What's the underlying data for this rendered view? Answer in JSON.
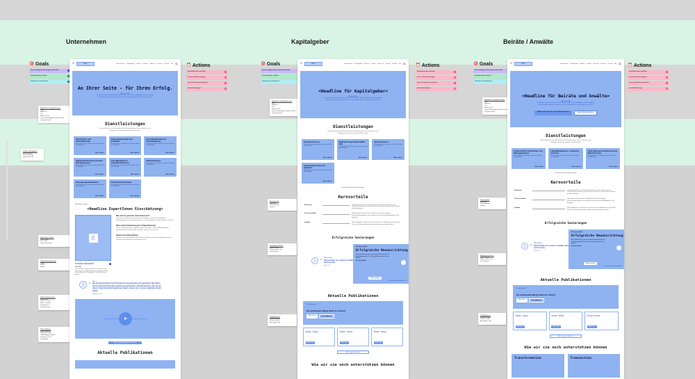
{
  "palette": {
    "canvas_gray": "#d4d4d4",
    "canvas_mint": "#d9f3e4",
    "wireframe_blue": "#8fb3f0",
    "link_blue": "#2b50c8",
    "tag_purple": "#c9b9f8",
    "tag_green": "#a9edc8",
    "tag_cyan": "#aeeef4",
    "tag_pink": "#f9b9c9"
  },
  "icons": {
    "burger": "≡",
    "next": "→",
    "quote": "„",
    "linkedin": "in"
  },
  "board": {
    "sections": [
      {
        "label": "Unternehmen"
      },
      {
        "label": "Kapitalgeber"
      },
      {
        "label": "Beiräte / Anwälte"
      }
    ]
  },
  "goals": {
    "icon": "🎯",
    "title": "Goals",
    "tags": [
      {
        "label": "Service-Angebot überzeugend darstellen"
      },
      {
        "label": "Kontaktanfrage erhalten"
      },
      {
        "label": "Fachwissen positionieren"
      }
    ]
  },
  "actions": {
    "icon": "⏰",
    "title": "Actions",
    "tags": [
      {
        "label": "Kontaktformular ausfüllen"
      },
      {
        "label": "Termin / Rückruf anfragen"
      },
      {
        "label": "Case & Insight herunterladen"
      },
      {
        "label": "Social Media folgen"
      }
    ]
  },
  "notes": {
    "dump": {
      "title": "Ergebnisse Insight-Session:",
      "lines": [
        "Titel",
        "Headline 1",
        "Text",
        "Buttons (2-3x)",
        "Layout: Richtvorgabe verlinkte Visuals",
        "Compare Visuals"
      ]
    },
    "nav": {
      "title": "Hinweis Navigation:",
      "lines": [
        "Menü reduziert",
        "Suche prominent",
        "Sprache DE / EN"
      ]
    },
    "experts": {
      "title": "ExpertInnen Team:",
      "lines": [
        "Foto + Name",
        "Titel / Rolle",
        "Kurzvita 3-4 Zeilen"
      ]
    },
    "questions": {
      "title": "Fragen Einschätzung:",
      "lines": [
        "Frage 1",
        "Frage 2",
        "Frage 3"
      ]
    },
    "quote": {
      "title": "Zitat Kundenstimme:",
      "lines": [
        "Avatar rund",
        "Quote 2-3 Sätze",
        "Name + Funktion",
        "Logo optional",
        "Verlinkung Case"
      ]
    },
    "video": {
      "title": "Video Sektion:",
      "lines": [
        "Teaser Standbild",
        "Play Button mittig",
        "CTA Erfolgsgeschichten",
        "Länge max. 2 min",
        "Untertitel DE"
      ]
    },
    "kern": {
      "title": "Kernvorteile:",
      "lines": [
        "Erfahrung",
        "Professionalität",
        "Qualität"
      ]
    },
    "story": {
      "title": "Erfolgsgeschichte:",
      "lines": [
        "Slider 3 Cases",
        "Video ansehen CTA",
        "Link Übersicht"
      ]
    },
    "pub": {
      "title": "Publikationen:",
      "lines": [
        "Featured Insight",
        "3 Teaser Cards",
        "Alle Insights CTA"
      ]
    }
  },
  "shared": {
    "header": {
      "logo": "Logo",
      "nav": [
        "Unternehmen",
        "Kapitalgeber",
        "Beiräte",
        "Insights",
        "Über uns",
        "Karriere",
        "Kontakt",
        "DE"
      ]
    }
  },
  "common": {
    "hero_kicker": "Unterzeile hier",
    "hero_lines": [
      "Gemeinsam mit dem Management, den Banken sowie weiteren Beteiligten werden tragfähige",
      "und nachhaltige Lösungen entwickelt, um den Fortbestand des Unternehmens zu sichern."
    ],
    "services_heading": "Dienstleistungen",
    "services_intro": [
      "Dieser Inhalt ist nur ein Platzhalter für die Dienstleistungen. Dieser Inhalt ist nur ein",
      "Platzhalter und wird im nächsten Schritt finalisiert."
    ],
    "services_link": "Zur Übersicht aller Dienstleistungen",
    "more": "Mehr erfahren",
    "card_body": "Beschreibung der Leistung in zwei kurzen Zeilen als Platzhalter.",
    "kern": {
      "heading": "Kernvorteile",
      "rows": [
        {
          "label": "Erfahrung",
          "text": "Umfassende Erfahrung: FTI-Andersch kennt die nationale Situation für eine erfolgreiche Restrukturierung und schafft so Transparenz und das nötige Vertrauen bei allen Beteiligten."
        },
        {
          "label": "Professionalität",
          "text": "Überzeugende Professionalität: FTI-Andersch liefert durchgängige Entscheidungsgrundlagen und schafft damit maximale Handlungsfähigkeit für alle Beteiligten."
        },
        {
          "label": "Qualität",
          "text": "Hohe Erfolgsquote: In den letzten 10 Jahren hat sich FTI-Andersch als verlässlicher Partner für die Begleitung anspruchsvoller Sanierungsvorhaben etabliert."
        }
      ]
    },
    "sanierungen": {
      "heading": "Erfolgreiche Sanierungen",
      "story": {
        "label": "Erfolgsgeschichte",
        "title": "Erfolgreiche Neuausrichtung",
        "body": "Wie entwickelt man eine neue Unternehmensstrategie mit Zukunftsperspektive? Für Koenig & Bauer gaben wir eine Antwort.",
        "name": "Koenig & Bauer",
        "btn": "Video ansehen",
        "link": "Zur gesamten Erfolgsgeschichte"
      },
      "quote_label": "Zitat von hier",
      "quote": "Partnerships are rooted in quality, integrity and honesty.",
      "attribution": "Name hier"
    },
    "publications": {
      "heading": "Aktuelle Publikationen",
      "featured_label": "Featured Insight",
      "featured_title": "Die wettbewerbsfähige Stadt der Zukunft",
      "featured_btn1": "Mehr lesen",
      "featured_btn2": "Zur Publikation",
      "cards": [
        "Titel Titel",
        "Titel Titel",
        "Titel Titel"
      ],
      "card_btn": "Mehr lesen",
      "all_btn": "Alle Insights entdecken"
    },
    "support_heading": "Wie wir sie noch unterstützen können"
  },
  "wf1": {
    "hero_title": "An Ihrer Seite - für Ihren Erfolg.",
    "services_cards": [
      "Performance- und Zukunftskonzept",
      "Sanierungskonzepte und -gutachten",
      "Geschäftsplanung und -plausibilisierung",
      "Independent Business Reviews (Reorganisation)",
      "Cash Management / Liquiditätssteuerung",
      "Optionsanalysen",
      "Finanzierungsmaßnahmen",
      "Interimistische Einsätze"
    ],
    "experts": {
      "label": "ExpertInnen Team",
      "heading": "<Headline ExpertInnen Einschätzung>",
      "name": "Christian Säuberlich",
      "role": "Der Titel",
      "bio": "Der Restrukturierungs-Experte berät seit vielen Jahren Unternehmen in Umbruchsituationen und ist geschätzter Ansprechpartner für Management, Gesellschafter und Banken.",
      "qa": [
        {
          "q": "Wie sieht ein gesundes Unternehmen aus?",
          "a": "Ein gesundes Unternehmen ist jederzeit handlungsfähig, verfügt über ein tragfähiges Geschäftsmodell und ausreichend Liquidität, um auf Veränderungen im Markt reagieren zu können."
        },
        {
          "q": "Wann ist Restrukturierung das richtige Werkzeug?",
          "a": "Je früher Gegenmaßnahmen eingeleitet werden, desto größer ist der Handlungsspielraum. Entscheidend ist ein ehrlicher Blick auf Zahlen, Strukturen und Prozesse."
        },
        {
          "q": "Hürden zum Erfolg abbauen",
          "a": "Gemeinsam mit allen Beteiligten werden Hürden identifiziert, priorisiert und abgebaut, damit die Umsetzung der Maßnahmen schnell Wirkung zeigt."
        }
      ]
    },
    "testimonial": {
      "label": "Zitat",
      "quote": "Die Zusammenarbeit mit FTI-Andersch war jederzeit auf Augenhöhe. Wir haben unsere Herausforderungen gemeinsam gemeistert. Die Erkenntnisse, die wir aus dieser Zusammenarbeit gewonnen haben, nutzen wir in unserer täglichen Arbeit weiter.",
      "attribution": "Max Muster, CEO"
    },
    "video_cta": "Weitere Erfolgsgeschichten entdecken"
  },
  "wf2": {
    "hero_title": "<Headline für Kapitalgeber>",
    "services_cards": [
      "Financial Advisory",
      "Refinanzierungs Review (RefU 300)",
      "Optionsanalysen",
      "Sanierungskonzepte und -gutachten"
    ]
  },
  "wf3": {
    "hero_title": "<Headline für Beiräte und Anwälte>",
    "btn_primary": "Erfahren Sie mehr über unsere Dienstleistungen",
    "btn_secondary": "Bereich Kontaktanfrage",
    "services_cards": [
      "Insolvenzrecht, Anfechtungs- und Haftungsanalysen",
      "Liquiditätsplanungs- / steuerung Insolvenz",
      "Unterstützung bei Verwertung und M&A Prozessen"
    ],
    "support_cards": [
      "Transformation",
      "Transaction"
    ]
  }
}
